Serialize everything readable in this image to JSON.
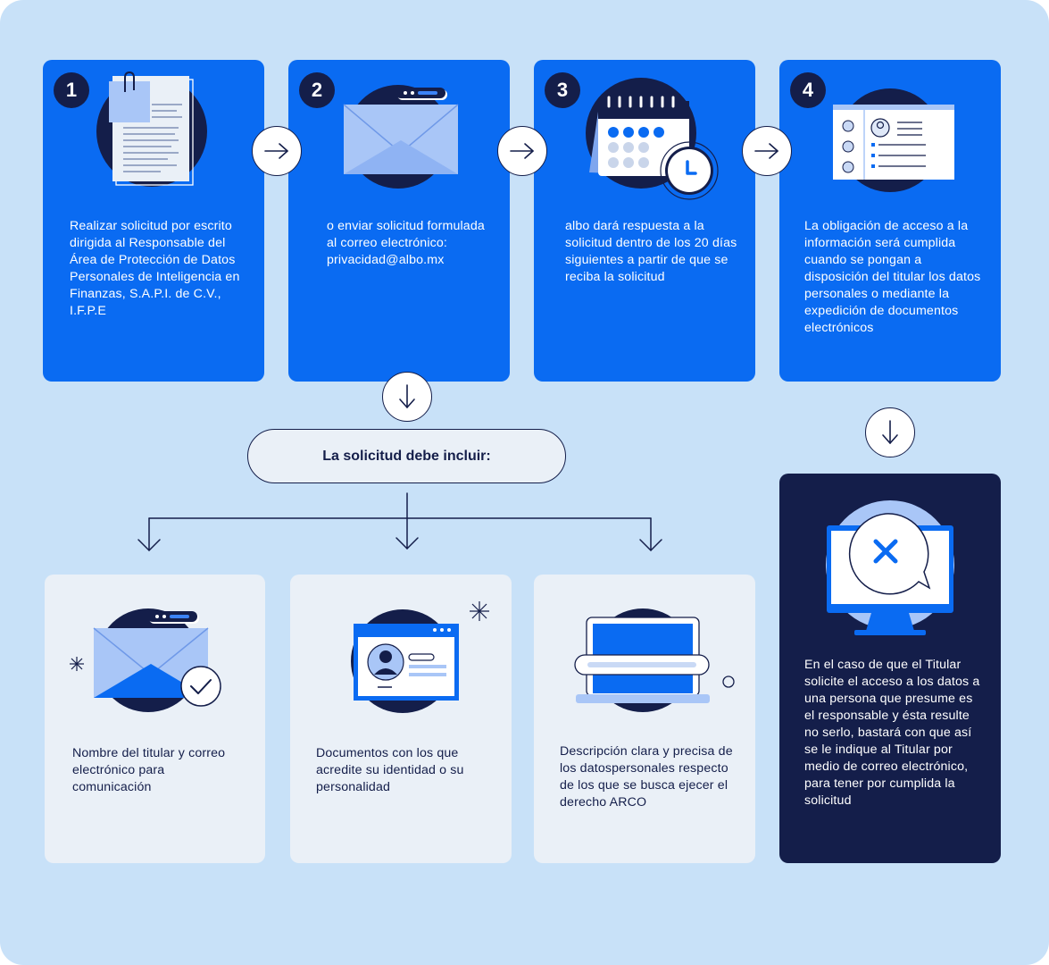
{
  "steps": [
    {
      "number": "1",
      "text": "Realizar solicitud por escrito dirigida al Responsable del Área de Protección de Datos Personales de Inteligencia en Finanzas, S.A.P.I. de C.V., I.F.P.E",
      "icon": "document-icon"
    },
    {
      "number": "2",
      "text": "o enviar solicitud formulada al correo electrónico: privacidad@albo.mx",
      "icon": "envelope-icon"
    },
    {
      "number": "3",
      "text": "albo dará respuesta a la solicitud dentro de los 20 días siguientes a partir de que se reciba la solicitud",
      "icon": "calendar-clock-icon"
    },
    {
      "number": "4",
      "text": "La obligación de acceso a la información será cumplida cuando se pongan a disposición del titular los datos personales o mediante la expedición de documentos electrónicos",
      "icon": "profile-list-icon"
    }
  ],
  "requirements_title": "La solicitud debe incluir:",
  "requirements": [
    {
      "text": "Nombre del titular y correo electrónico para comunicación",
      "icon": "envelope-check-icon"
    },
    {
      "text": "Documentos con los que acredite su identidad o su personalidad",
      "icon": "id-card-icon"
    },
    {
      "text": "Descripción clara y precisa de los datospersonales respecto de los que se busca ejecer el derecho ARCO",
      "icon": "laptop-icon"
    }
  ],
  "exception": {
    "text": "En el caso de que el Titular solicite el acceso a los datos a una persona que presume es el responsable y ésta resulte no serlo, bastará con que así se le indique al Titular por medio de correo electrónico, para tener por cumplida la solicitud",
    "icon": "monitor-x-icon"
  },
  "colors": {
    "background": "#c8e1f8",
    "primary_blue": "#0a6bf2",
    "navy": "#141e4a",
    "light_card": "#eaf0f7",
    "soft_blue": "#a9c6f7"
  }
}
